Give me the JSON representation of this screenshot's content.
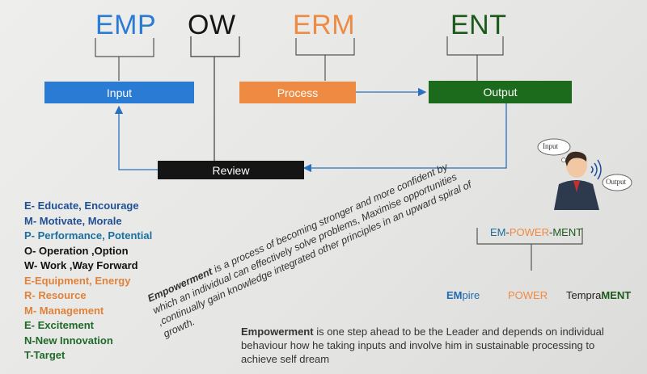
{
  "syllables": {
    "emp": "EMP",
    "ow": "OW",
    "erm": "ERM",
    "ent": "ENT"
  },
  "boxes": {
    "input": "Input",
    "process": "Process",
    "output": "Output",
    "review": "Review"
  },
  "acronym": [
    {
      "text": "E- Educate, Encourage",
      "color": "#1f4f95"
    },
    {
      "text": "M- Motivate, Morale",
      "color": "#1f4f95"
    },
    {
      "text": "P- Performance, Potential",
      "color": "#1a6fa0"
    },
    {
      "text": "O- Operation ,Option",
      "color": "#111111"
    },
    {
      "text": "W- Work ,Way Forward",
      "color": "#111111"
    },
    {
      "text": "E-Equipment, Energy",
      "color": "#e0823a"
    },
    {
      "text": "R- Resource",
      "color": "#e0823a"
    },
    {
      "text": "M- Management",
      "color": "#e0823a"
    },
    {
      "text": "E- Excitement",
      "color": "#1f6a2a"
    },
    {
      "text": "N-New Innovation",
      "color": "#1f6a2a"
    },
    {
      "text": "T-Target",
      "color": "#1f6a2a"
    }
  ],
  "rotated": {
    "bold": "Empowerment",
    "rest": " is a process of becoming stronger and more confident by which an individual can effectively solve problems, Maximise opportunities ,continually gain knowledge integrated other principles in an upward spiral of growth."
  },
  "note": {
    "bold": "Empowerment",
    "rest": " is one step ahead to be the Leader and depends on individual behaviour how he taking inputs and involve him in sustainable processing to achieve self dream"
  },
  "em_power_ment": {
    "em": "EM",
    "dash1": "-",
    "power": "POWER",
    "dash2": "-",
    "ment": "MENT"
  },
  "words": {
    "em": "EM",
    "pire": "pire",
    "power": "POWER",
    "tempra": "Tempra",
    "ment": "MENT"
  },
  "figure": {
    "input": "Input",
    "output": "Output"
  },
  "colors": {
    "blue": "#2a7bd4",
    "orange": "#ef8a42",
    "green": "#1c6a1c",
    "black": "#151515"
  }
}
